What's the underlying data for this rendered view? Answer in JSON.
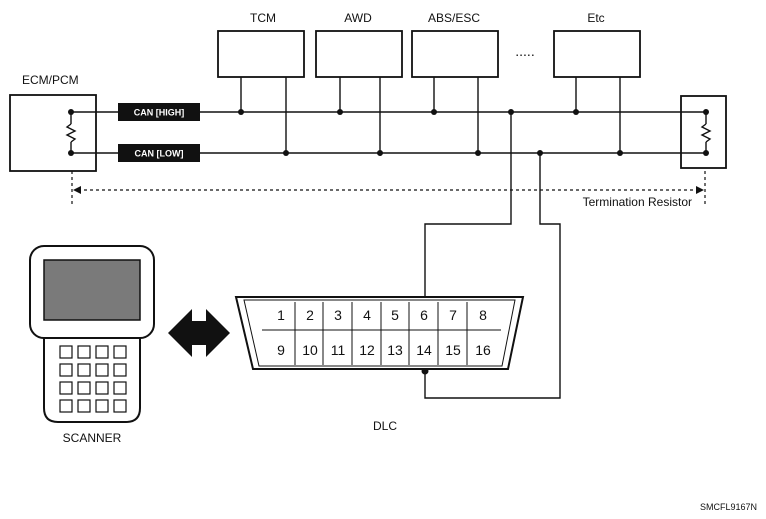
{
  "modules": {
    "ecm": "ECM/PCM",
    "tcm": "TCM",
    "awd": "AWD",
    "abs": "ABS/ESC",
    "etc": "Etc",
    "ellipsis": "....."
  },
  "can": {
    "high": "CAN [HIGH]",
    "low": "CAN [LOW]"
  },
  "termination_label": "Termination Resistor",
  "scanner_label": "SCANNER",
  "dlc": {
    "label": "DLC",
    "pins_top": [
      "1",
      "2",
      "3",
      "4",
      "5",
      "6",
      "7",
      "8"
    ],
    "pins_bottom": [
      "9",
      "10",
      "11",
      "12",
      "13",
      "14",
      "15",
      "16"
    ]
  },
  "reference_code": "SMCFL9167N"
}
